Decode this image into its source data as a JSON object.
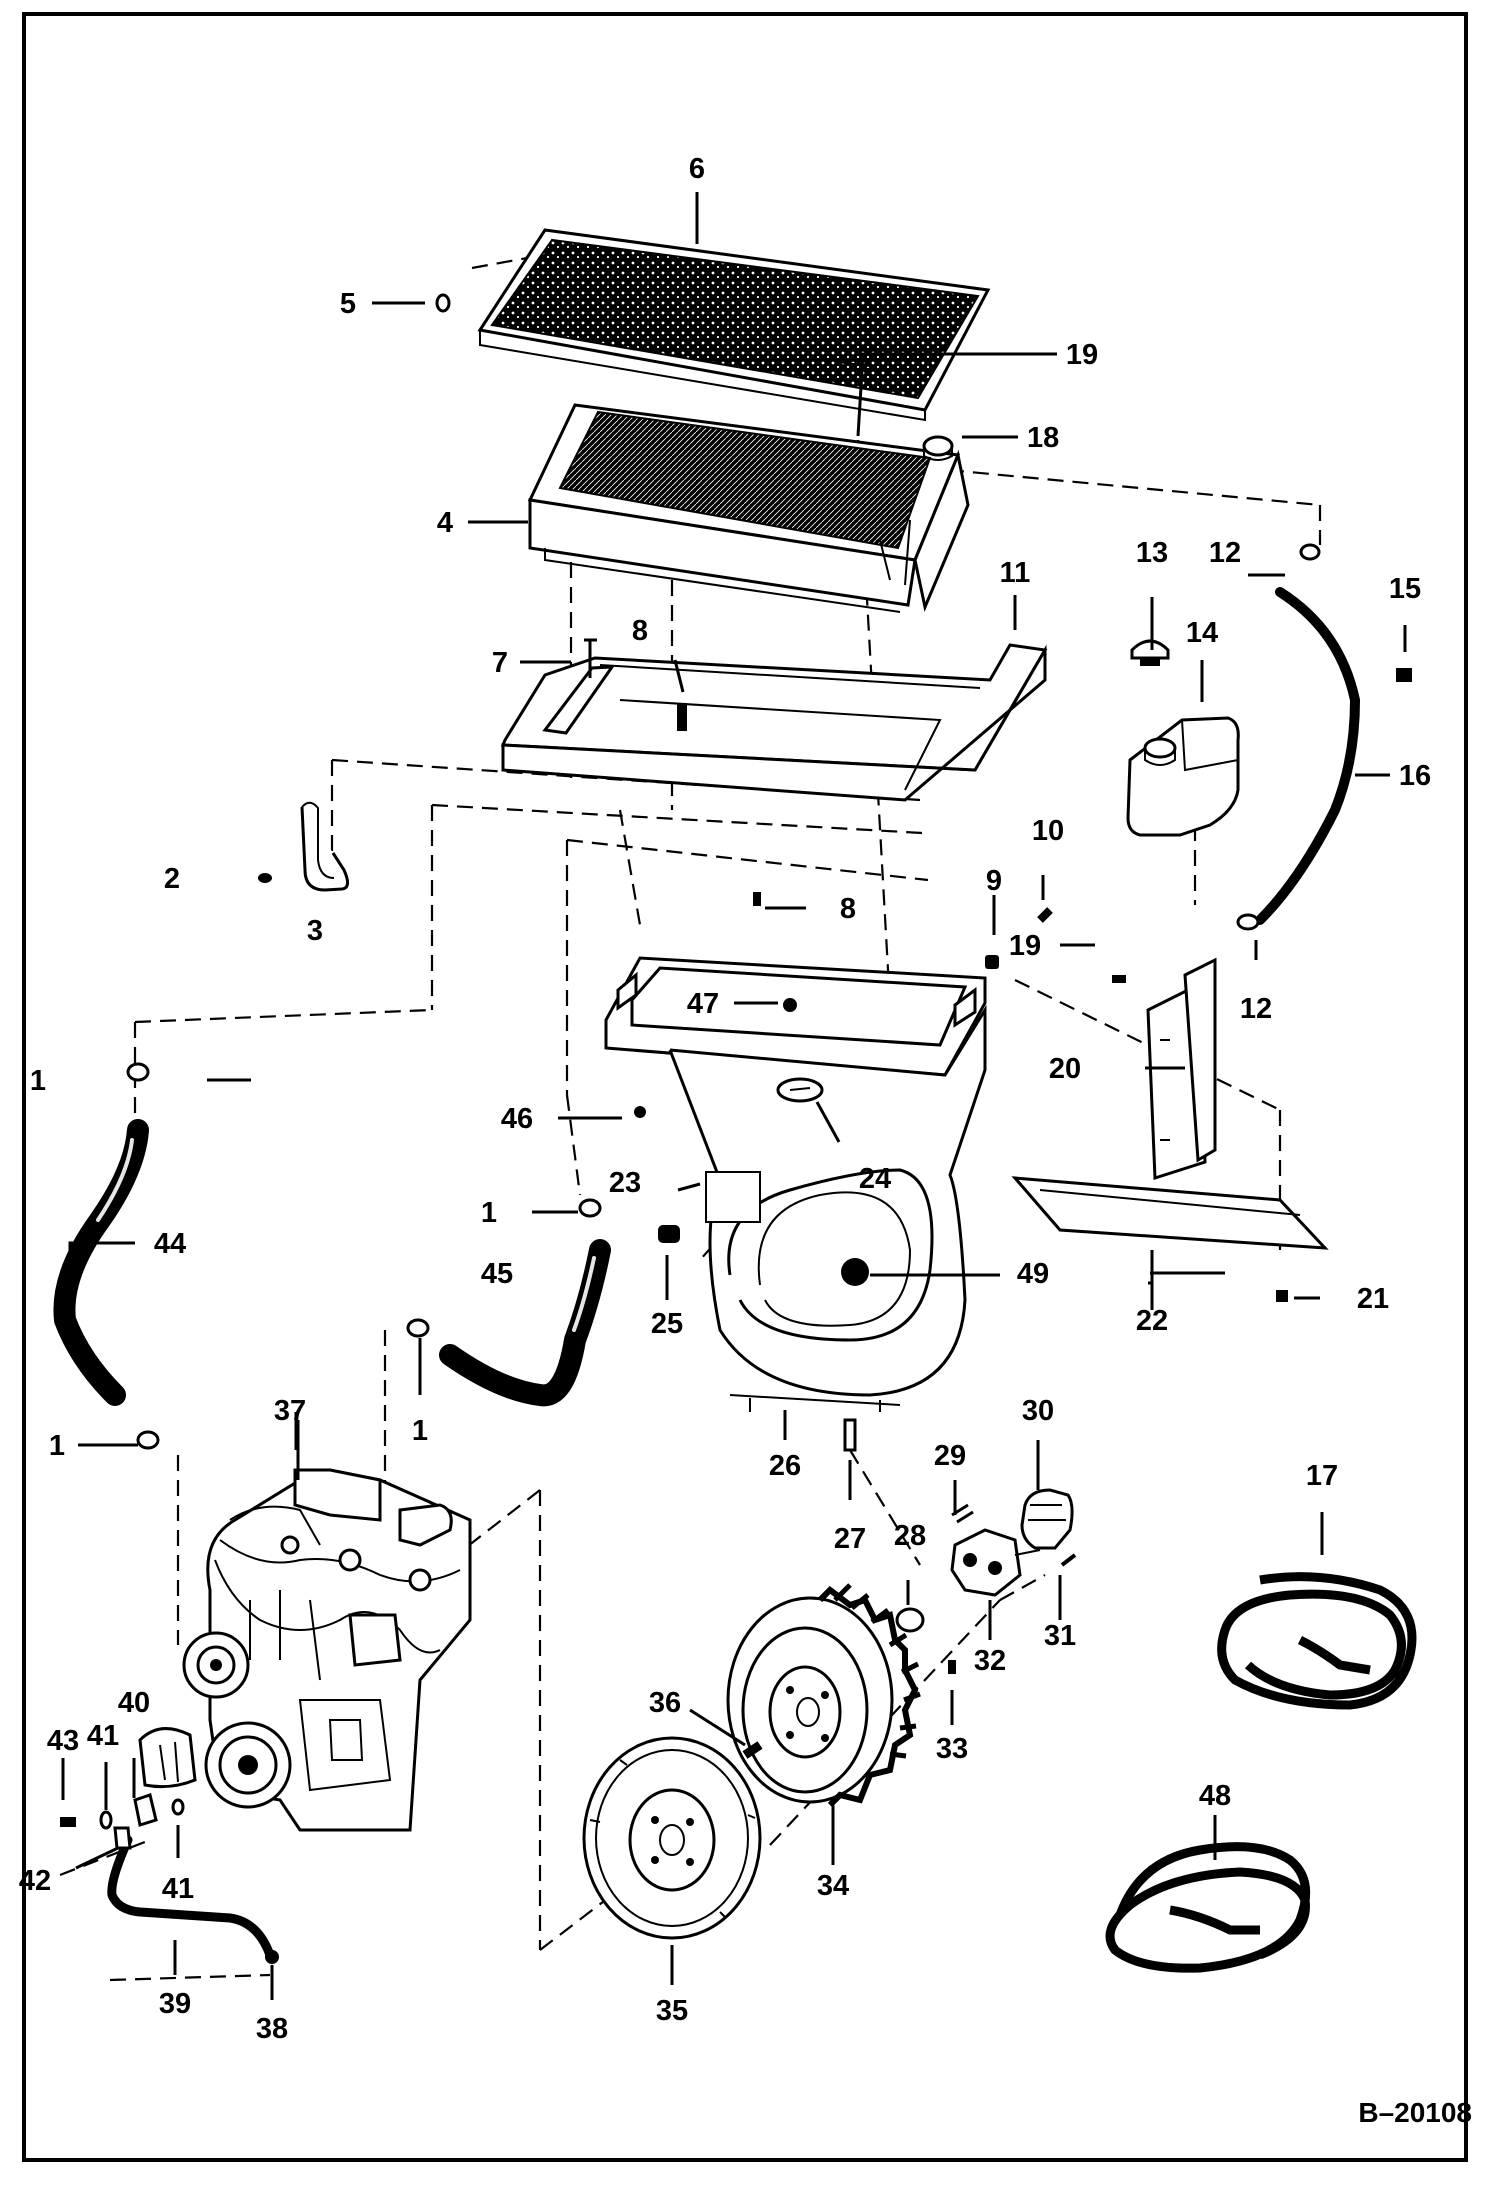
{
  "figure_number": "B–20108",
  "callouts": [
    {
      "id": "1a",
      "text": "1"
    },
    {
      "id": "1b",
      "text": "1"
    },
    {
      "id": "1c",
      "text": "1"
    },
    {
      "id": "1d",
      "text": "1"
    },
    {
      "id": "2",
      "text": "2"
    },
    {
      "id": "3",
      "text": "3"
    },
    {
      "id": "4",
      "text": "4"
    },
    {
      "id": "5",
      "text": "5"
    },
    {
      "id": "6",
      "text": "6"
    },
    {
      "id": "7",
      "text": "7"
    },
    {
      "id": "8a",
      "text": "8"
    },
    {
      "id": "8b",
      "text": "8"
    },
    {
      "id": "9",
      "text": "9"
    },
    {
      "id": "10",
      "text": "10"
    },
    {
      "id": "11",
      "text": "11"
    },
    {
      "id": "12a",
      "text": "12"
    },
    {
      "id": "12b",
      "text": "12"
    },
    {
      "id": "13",
      "text": "13"
    },
    {
      "id": "14",
      "text": "14"
    },
    {
      "id": "15",
      "text": "15"
    },
    {
      "id": "16",
      "text": "16"
    },
    {
      "id": "17",
      "text": "17"
    },
    {
      "id": "18",
      "text": "18"
    },
    {
      "id": "19a",
      "text": "19"
    },
    {
      "id": "19b",
      "text": "19"
    },
    {
      "id": "20",
      "text": "20"
    },
    {
      "id": "21",
      "text": "21"
    },
    {
      "id": "22",
      "text": "22"
    },
    {
      "id": "23",
      "text": "23"
    },
    {
      "id": "24",
      "text": "24"
    },
    {
      "id": "25",
      "text": "25"
    },
    {
      "id": "26",
      "text": "26"
    },
    {
      "id": "27",
      "text": "27"
    },
    {
      "id": "28",
      "text": "28"
    },
    {
      "id": "29",
      "text": "29"
    },
    {
      "id": "30",
      "text": "30"
    },
    {
      "id": "31",
      "text": "31"
    },
    {
      "id": "32",
      "text": "32"
    },
    {
      "id": "33",
      "text": "33"
    },
    {
      "id": "34",
      "text": "34"
    },
    {
      "id": "35",
      "text": "35"
    },
    {
      "id": "36",
      "text": "36"
    },
    {
      "id": "37",
      "text": "37"
    },
    {
      "id": "38",
      "text": "38"
    },
    {
      "id": "39",
      "text": "39"
    },
    {
      "id": "40",
      "text": "40"
    },
    {
      "id": "41a",
      "text": "41"
    },
    {
      "id": "41b",
      "text": "41"
    },
    {
      "id": "42",
      "text": "42"
    },
    {
      "id": "43",
      "text": "43"
    },
    {
      "id": "44",
      "text": "44"
    },
    {
      "id": "45",
      "text": "45"
    },
    {
      "id": "46",
      "text": "46"
    },
    {
      "id": "47",
      "text": "47"
    },
    {
      "id": "48",
      "text": "48"
    },
    {
      "id": "49",
      "text": "49"
    }
  ]
}
